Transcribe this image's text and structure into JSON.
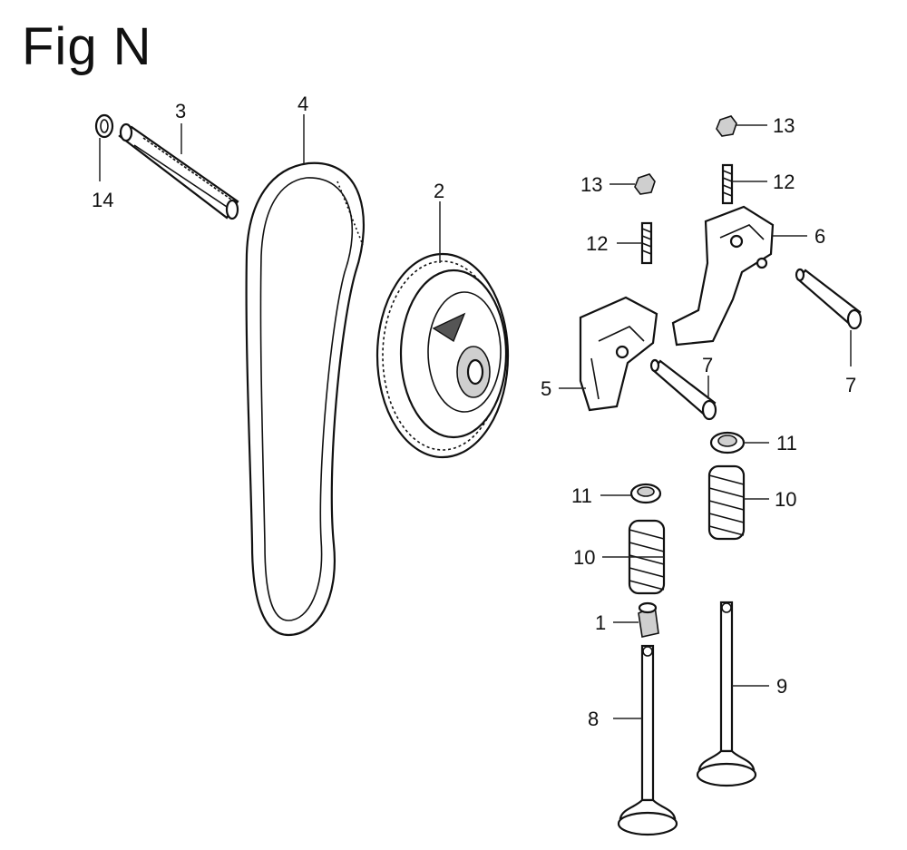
{
  "figure": {
    "title": "Fig N"
  },
  "callouts": {
    "c1": "1",
    "c2": "2",
    "c3": "3",
    "c4": "4",
    "c5": "5",
    "c6": "6",
    "c7a": "7",
    "c7b": "7",
    "c8": "8",
    "c9": "9",
    "c10a": "10",
    "c10b": "10",
    "c11a": "11",
    "c11b": "11",
    "c12a": "12",
    "c12b": "12",
    "c13a": "13",
    "c13b": "13",
    "c14": "14"
  }
}
